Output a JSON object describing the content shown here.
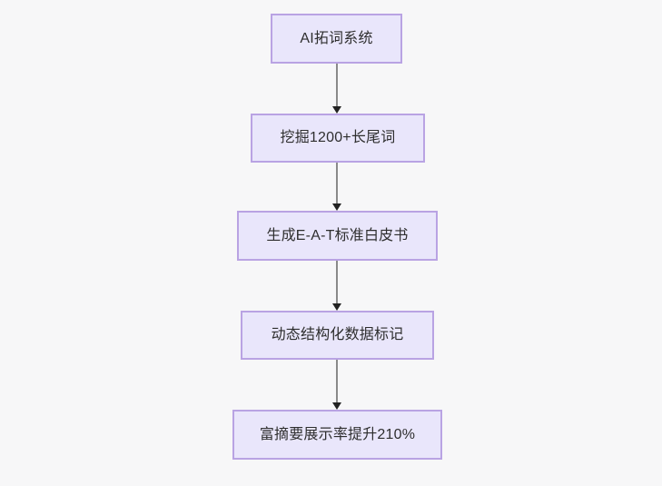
{
  "diagram": {
    "type": "flowchart",
    "direction": "top-down",
    "background_color": "#f7f7f8",
    "node_fill_color": "#e9e6fb",
    "node_border_color": "#b9a3e3",
    "node_text_color": "#2e2e2e",
    "edge_line_color": "#8a8a8a",
    "edge_arrow_color": "#222222",
    "nodes": [
      {
        "id": "n1",
        "label": "AI拓词系统"
      },
      {
        "id": "n2",
        "label": "挖掘1200+长尾词"
      },
      {
        "id": "n3",
        "label": "生成E-A-T标准白皮书"
      },
      {
        "id": "n4",
        "label": "动态结构化数据标记"
      },
      {
        "id": "n5",
        "label": "富摘要展示率提升210%"
      }
    ],
    "edges": [
      {
        "from": "n1",
        "to": "n2",
        "label": ""
      },
      {
        "from": "n2",
        "to": "n3",
        "label": ""
      },
      {
        "from": "n3",
        "to": "n4",
        "label": ""
      },
      {
        "from": "n4",
        "to": "n5",
        "label": ""
      }
    ]
  }
}
